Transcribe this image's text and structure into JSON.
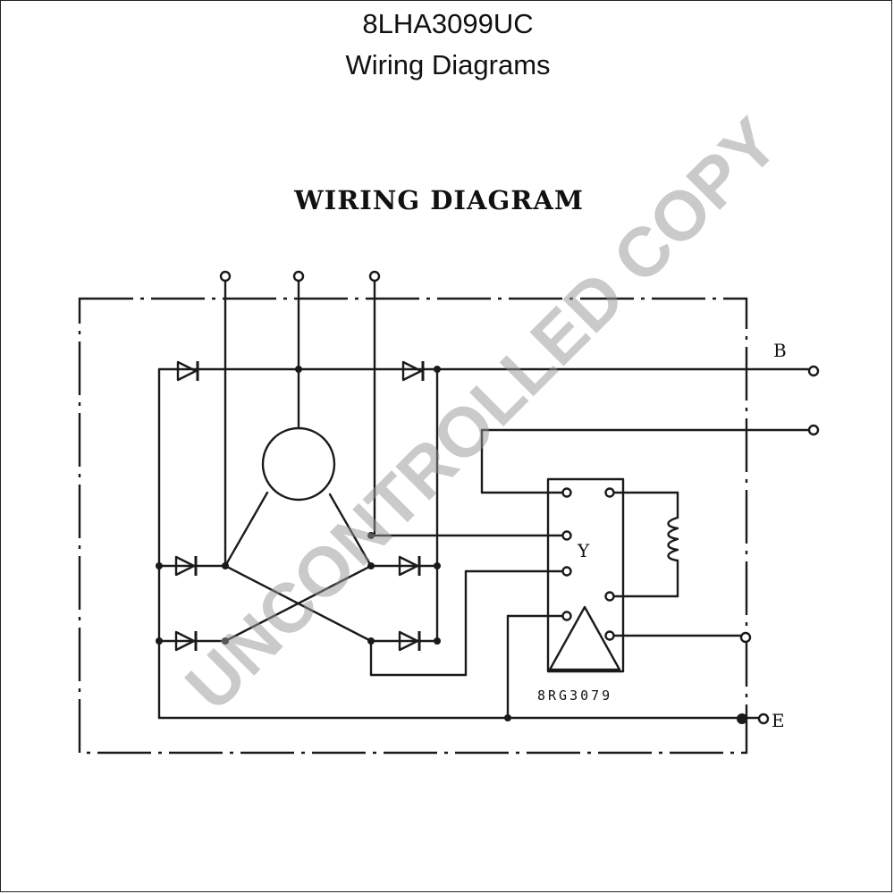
{
  "header": {
    "title": "8LHA3099UC",
    "subtitle": "Wiring Diagrams"
  },
  "diagram": {
    "heading": "WIRING DIAGRAM",
    "labels": {
      "b_terminal": "B",
      "y_terminal": "Y",
      "e_terminal": "E",
      "regulator_part": "8RG3079"
    }
  },
  "watermark": "UNCONTROLLED COPY"
}
